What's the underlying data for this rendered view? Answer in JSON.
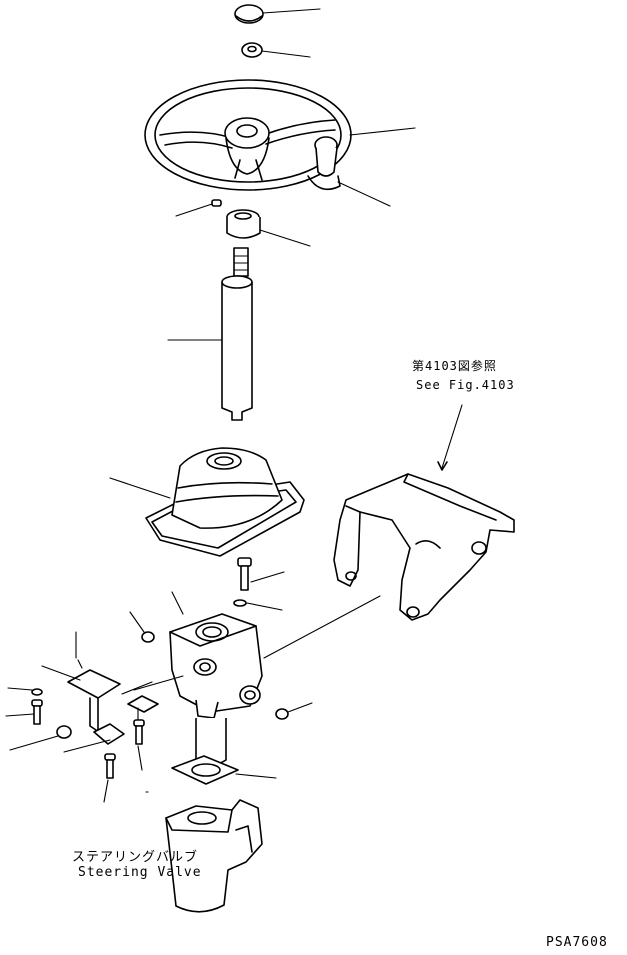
{
  "figure": {
    "reference_label_ja": "第4103図参照",
    "reference_label_en": "See Fig.4103",
    "valve_label_ja": "ステアリングバルブ",
    "valve_label_en": "Steering Valve",
    "drawing_code": "PSA7608"
  },
  "colors": {
    "line": "#000000",
    "background": "#ffffff"
  }
}
